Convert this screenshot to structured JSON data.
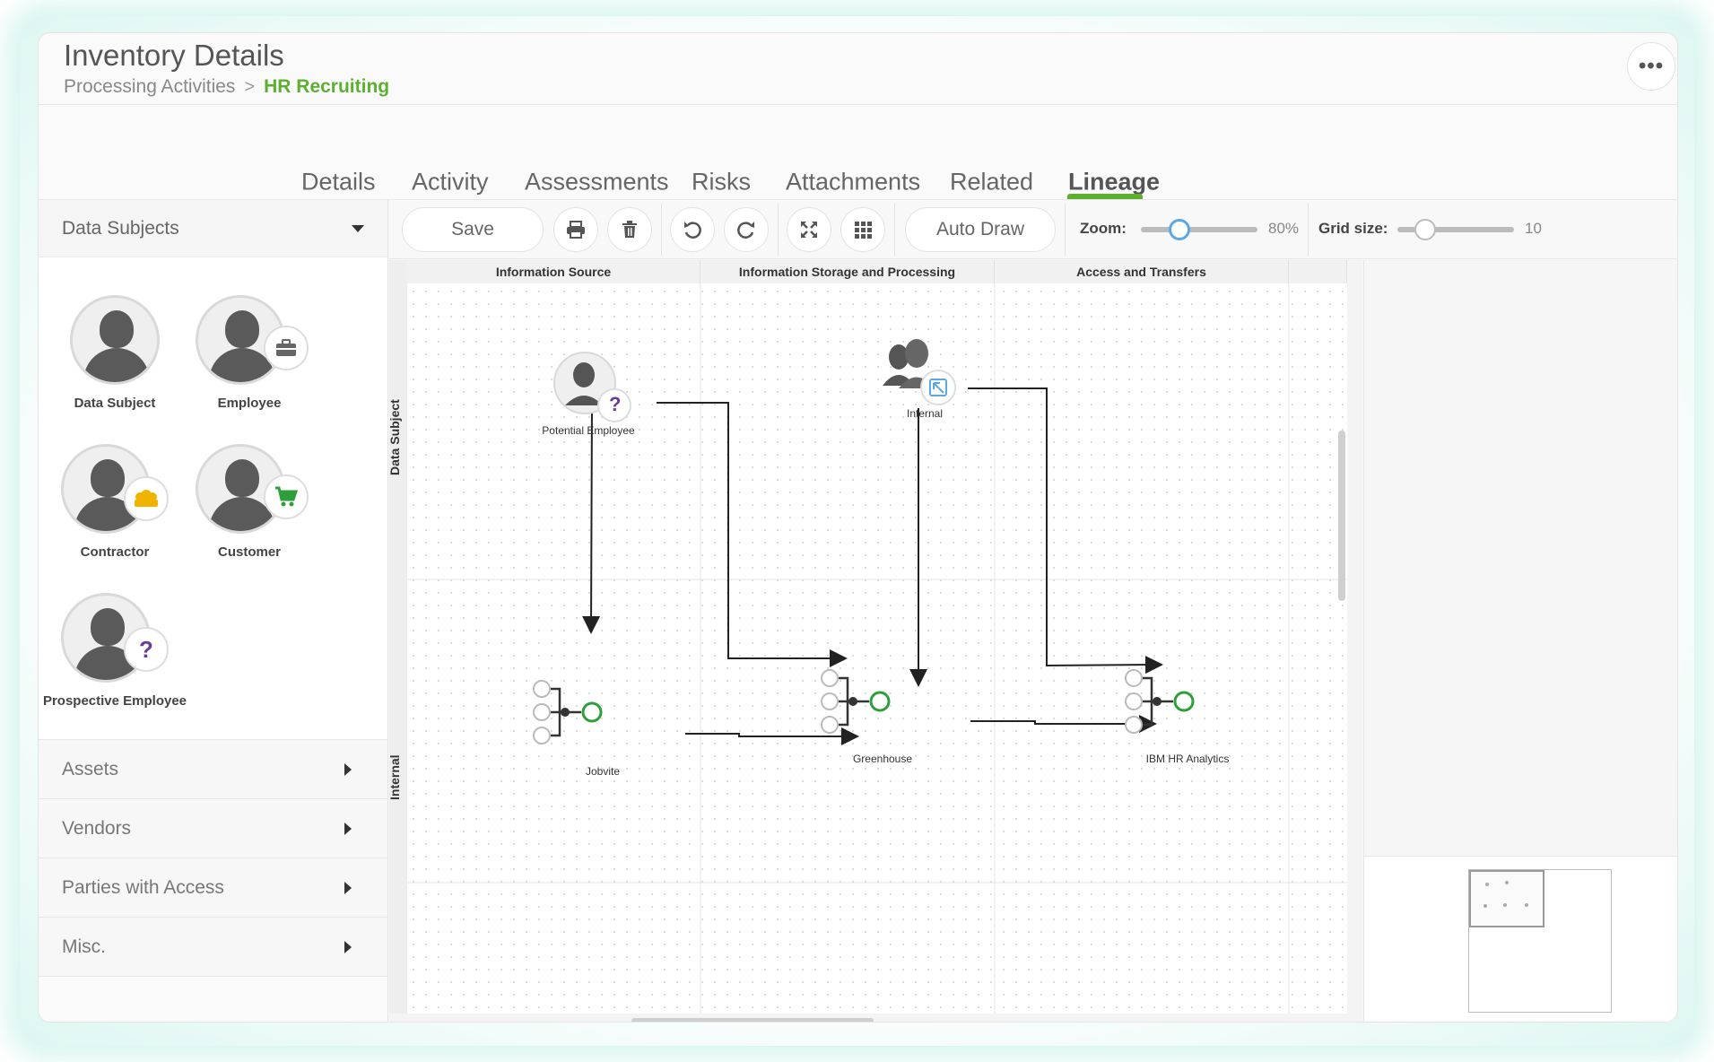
{
  "header": {
    "title": "Inventory Details",
    "breadcrumb_parent": "Processing Activities",
    "breadcrumb_separator": ">",
    "breadcrumb_current": "HR Recruiting",
    "more_label": "•••"
  },
  "tabs": [
    {
      "label": "Details"
    },
    {
      "label": "Activity"
    },
    {
      "label": "Assessments"
    },
    {
      "label": "Risks"
    },
    {
      "label": "Attachments"
    },
    {
      "label": "Related"
    },
    {
      "label": "Lineage",
      "active": true
    }
  ],
  "sidebar": {
    "dropdown_label": "Data Subjects",
    "subjects": [
      {
        "label": "Data Subject",
        "badge": ""
      },
      {
        "label": "Employee",
        "badge": "briefcase-icon"
      },
      {
        "label": "Contractor",
        "badge": "workers-icon"
      },
      {
        "label": "Customer",
        "badge": "cart-icon"
      },
      {
        "label": "Prospective Employee",
        "badge": "question-icon",
        "badge_text": "?"
      }
    ],
    "sections": [
      {
        "label": "Assets"
      },
      {
        "label": "Vendors"
      },
      {
        "label": "Parties with Access"
      },
      {
        "label": "Misc."
      }
    ]
  },
  "toolbar": {
    "save_label": "Save",
    "auto_draw_label": "Auto Draw",
    "zoom_label": "Zoom:",
    "zoom_value": "80%",
    "zoom_level": 0.33,
    "grid_label": "Grid size:",
    "grid_value": "10",
    "grid_level": 0.24
  },
  "diagram": {
    "column_headers": [
      "Information Source",
      "Information Storage and Processing",
      "Access and Transfers"
    ],
    "row_labels": [
      "Data Subject",
      "Internal"
    ],
    "nodes": {
      "potential_employee": "Potential Employee",
      "internal": "Internal",
      "jobvite": "Jobvite",
      "greenhouse": "Greenhouse",
      "ibm": "IBM HR Analytics"
    },
    "question_mark": "?"
  },
  "colors": {
    "accent": "#5cb030",
    "slider": "#5aa9e6",
    "purple": "#6a3d9a",
    "gold": "#f0b400",
    "green": "#2e9e3a"
  }
}
